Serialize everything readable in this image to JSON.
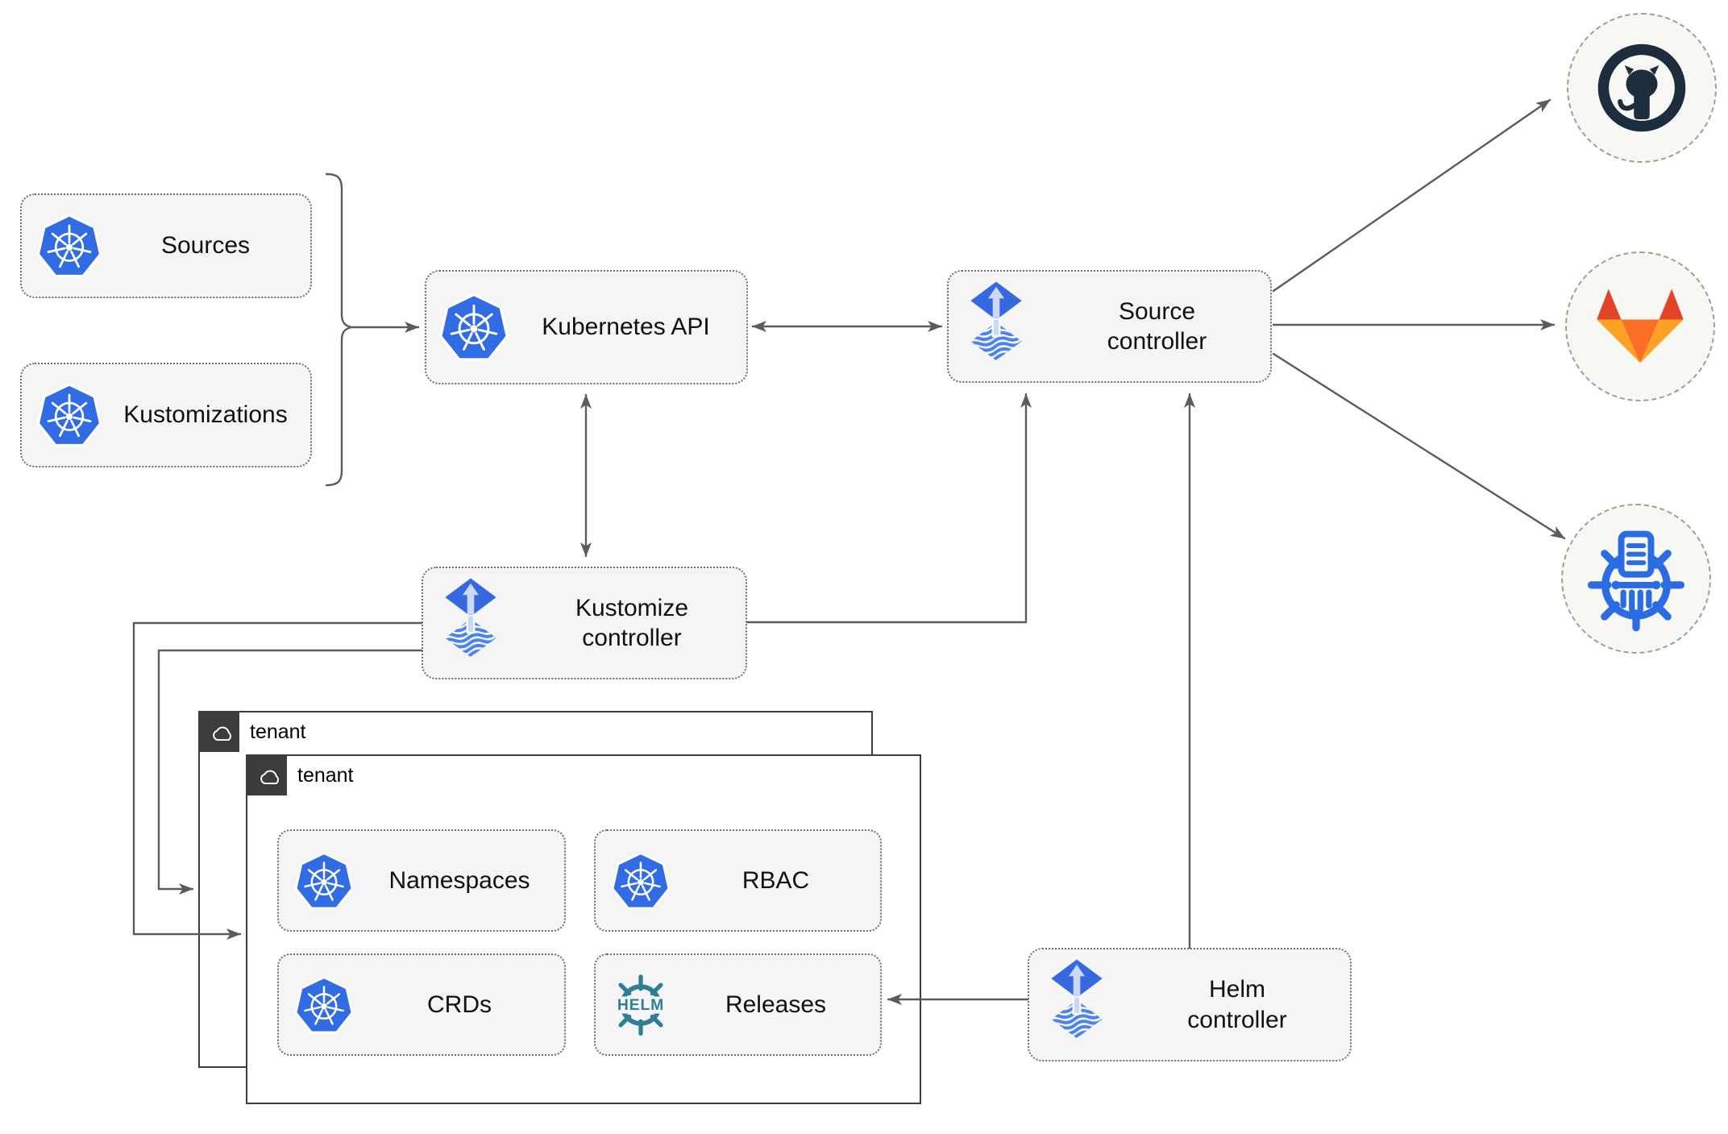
{
  "nodes": {
    "sources": {
      "label": "Sources",
      "icon": "kubernetes-icon"
    },
    "kustomizations": {
      "label": "Kustomizations",
      "icon": "kubernetes-icon"
    },
    "kubernetes_api": {
      "label": "Kubernetes API",
      "icon": "kubernetes-icon"
    },
    "source_controller": {
      "label": "Source controller",
      "icon": "flux-icon"
    },
    "kustomize_controller": {
      "label": "Kustomize controller",
      "icon": "flux-icon"
    },
    "helm_controller": {
      "label": "Helm controller",
      "icon": "flux-icon"
    },
    "namespaces": {
      "label": "Namespaces",
      "icon": "kubernetes-icon"
    },
    "rbac": {
      "label": "RBAC",
      "icon": "kubernetes-icon"
    },
    "crds": {
      "label": "CRDs",
      "icon": "kubernetes-icon"
    },
    "releases": {
      "label": "Releases",
      "icon": "helm-icon"
    }
  },
  "tenants": {
    "back": {
      "label": "tenant",
      "icon": "cloud-icon"
    },
    "front": {
      "label": "tenant",
      "icon": "cloud-icon"
    }
  },
  "endpoints": [
    {
      "name": "github",
      "icon": "github-icon"
    },
    {
      "name": "gitlab",
      "icon": "gitlab-icon"
    },
    {
      "name": "helm-repository",
      "icon": "helm-repository-icon"
    }
  ],
  "helm_logo_text": "HELM",
  "colors": {
    "kubernetes_blue": "#326ce5",
    "flux_blue": "#3668df",
    "flux_stripe_blue": "#4b84ee",
    "flux_light_arrow": "#cbd9f6",
    "helm_teal": "#2e7f93",
    "github_dark": "#1d2d3d",
    "gitlab_dark_orange": "#e24329",
    "gitlab_mid_orange": "#fc6d26",
    "gitlab_light_orange": "#fca326",
    "repo_blue": "#2b6ce3",
    "arrow_gray": "#5c5c5c",
    "node_fill": "#f5f5f5",
    "tenant_dark": "#3c3c3c"
  }
}
